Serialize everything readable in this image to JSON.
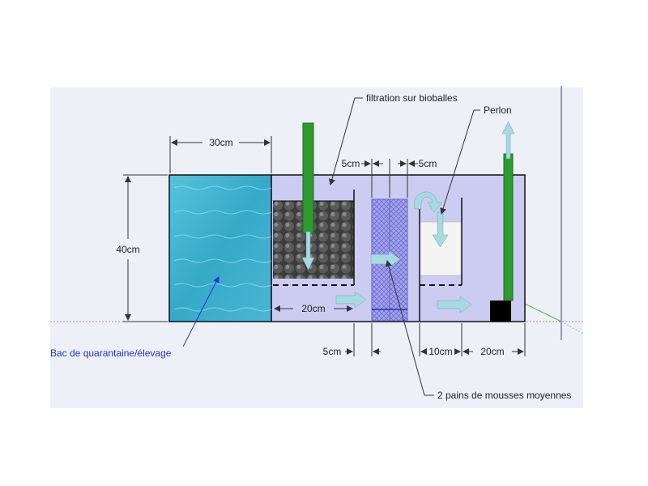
{
  "labels": {
    "tank_width": "30cm",
    "tank_height": "40cm",
    "bioballs_title": "filtration sur bioballes",
    "perlon": "Perlon",
    "foam_left_width": "5cm",
    "foam_right_width": "5cm",
    "chamber_width": "20cm",
    "gap_bottom_width": "5cm",
    "perlon_box_width": "10cm",
    "return_width": "20cm",
    "quarantine": "Bac de quarantaine/élevage",
    "foams": "2 pains de mousses moyennes"
  },
  "colors": {
    "diagram_bg": "#eef0f8",
    "sump_fill": "#ccccf2",
    "water": "#3fb2d0",
    "pipe": "#2f9a2f",
    "flow_arrow": "#a8d8e0",
    "foam": "#9c9ce8",
    "annotation_blue": "#2233cc",
    "floor_line": "#d07070"
  }
}
